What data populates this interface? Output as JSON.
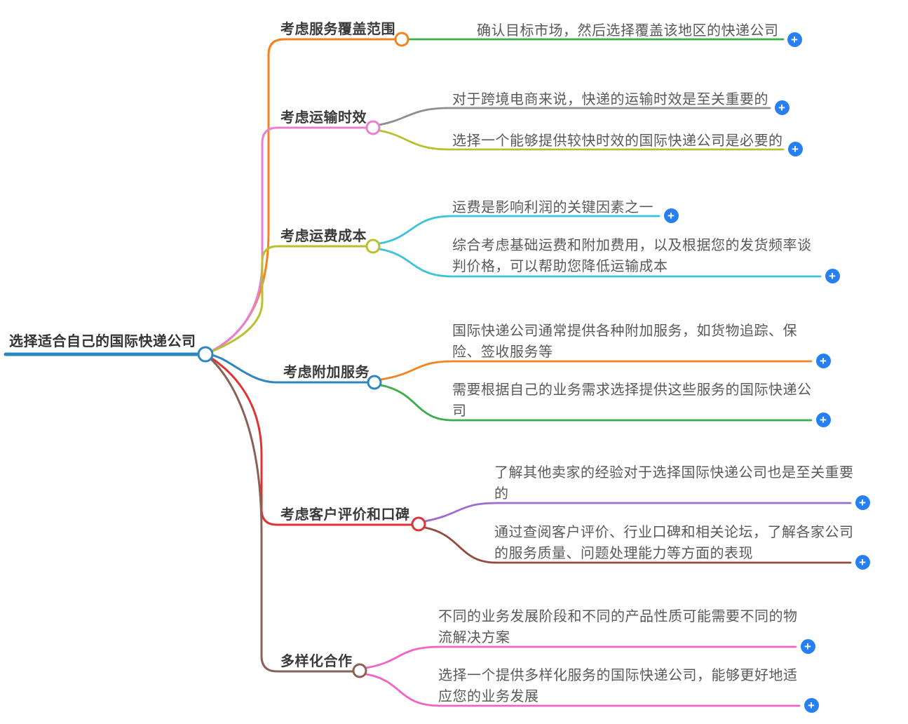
{
  "app": {
    "type": "mindmap",
    "background": "#ffffff"
  },
  "palette": {
    "root_blue": "#2e86c1",
    "orange": "#f5821f",
    "pink_orchid": "#e87fd0",
    "olive": "#b9c02f",
    "steel_blue": "#2e86c1",
    "red": "#e03234",
    "brown": "#8a6156",
    "green": "#3bad4a",
    "gray": "#8e8e8e",
    "cyan": "#3ac3da",
    "purple": "#9c6cd0",
    "maroon": "#934a41",
    "hot_pink": "#f263c4",
    "plus_blue": "#2680f3",
    "label_text": "#3a3a3a",
    "leaf_text": "#595959"
  },
  "plus_icon": {
    "glyph": "+",
    "color": "#2680f3"
  },
  "mindmap": {
    "root": {
      "label": "选择适合自己的国际快递公司",
      "color": "#2e86c1"
    },
    "branches": [
      {
        "label": "考虑服务覆盖范围",
        "color": "#f5821f",
        "children": [
          {
            "text": "确认目标市场，然后选择覆盖该地区的快递公司",
            "color": "#3bad4a"
          }
        ]
      },
      {
        "label": "考虑运输时效",
        "color": "#e87fd0",
        "children": [
          {
            "text": "对于跨境电商来说，快递的运输时效是至关重要的",
            "color": "#8e8e8e"
          },
          {
            "text": "选择一个能够提供较快时效的国际快递公司是必要的",
            "color": "#b9c02f"
          }
        ]
      },
      {
        "label": "考虑运费成本",
        "color": "#b9c02f",
        "children": [
          {
            "text": "运费是影响利润的关键因素之一",
            "color": "#3ac3da"
          },
          {
            "text": "综合考虑基础运费和附加费用，以及根据您的发货频率谈\n判价格，可以帮助您降低运输成本",
            "color": "#3ac3da"
          }
        ]
      },
      {
        "label": "考虑附加服务",
        "color": "#2e86c1",
        "children": [
          {
            "text": "国际快递公司通常提供各种附加服务，如货物追踪、保\n险、签收服务等",
            "color": "#f5821f"
          },
          {
            "text": "需要根据自己的业务需求选择提供这些服务的国际快递公\n司",
            "color": "#3bad4a"
          }
        ]
      },
      {
        "label": "考虑客户评价和口碑",
        "color": "#e03234",
        "children": [
          {
            "text": "了解其他卖家的经验对于选择国际快递公司也是至关重要\n的",
            "color": "#9c6cd0"
          },
          {
            "text": "通过查阅客户评价、行业口碑和相关论坛，了解各家公司\n的服务质量、问题处理能力等方面的表现",
            "color": "#934a41"
          }
        ]
      },
      {
        "label": "多样化合作",
        "color": "#8a6156",
        "children": [
          {
            "text": "不同的业务发展阶段和不同的产品性质可能需要不同的物\n流解决方案",
            "color": "#f263c4"
          },
          {
            "text": "选择一个提供多样化服务的国际快递公司，能够更好地适\n应您的业务发展",
            "color": "#f263c4"
          }
        ]
      }
    ]
  }
}
